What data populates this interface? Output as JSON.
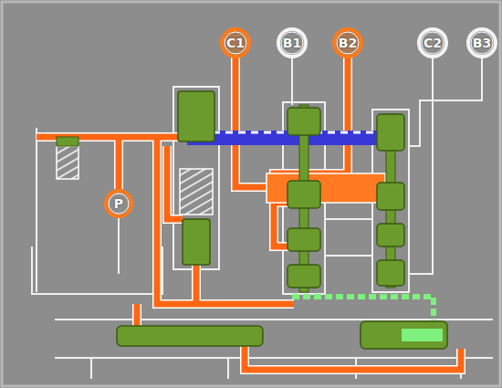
{
  "diagram": {
    "nodes": [
      {
        "text": [
          "C1"
        ]
      },
      {
        "text": [
          "B1"
        ]
      },
      {
        "text": [
          "B2"
        ]
      },
      {
        "text": [
          "C2"
        ]
      },
      {
        "text": [
          "B3"
        ]
      },
      {
        "text": [
          "P"
        ]
      }
    ]
  }
}
